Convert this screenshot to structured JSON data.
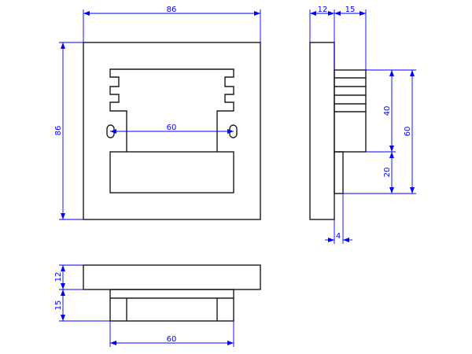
{
  "drawing": {
    "front_view": {
      "width_label": "86",
      "height_label": "86",
      "slot_spacing_label": "60"
    },
    "side_view": {
      "plate_thickness_label": "12",
      "body_depth_label": "15",
      "body_height_label": "40",
      "tab_height_label": "20",
      "total_height_label": "60",
      "tab_thickness_label": "4"
    },
    "bottom_view": {
      "plate_thickness_label": "12",
      "body_depth_label": "15",
      "body_width_label": "60"
    },
    "colors": {
      "outline": "#1a1a1a",
      "dimension": "#0000ff"
    }
  }
}
